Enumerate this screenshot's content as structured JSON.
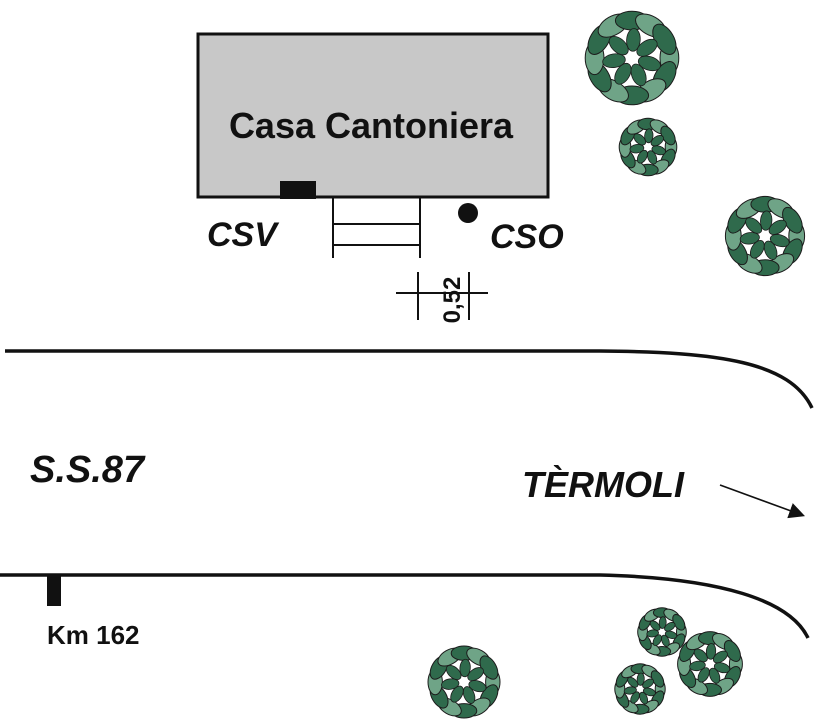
{
  "building": {
    "name": "Casa Cantoniera",
    "fill": "#c8c8c8",
    "stroke": "#111111"
  },
  "labels": {
    "csv": "CSV",
    "cso": "CSO",
    "dimension": "0,52",
    "road_name": "S.S.87",
    "direction": "TÈRMOLI",
    "km_marker": "Km 162"
  },
  "trees": {
    "icon": "tree-icon",
    "leaf_color": "#2f6a4c",
    "leaf_light": "#6fa487",
    "count": 7
  }
}
